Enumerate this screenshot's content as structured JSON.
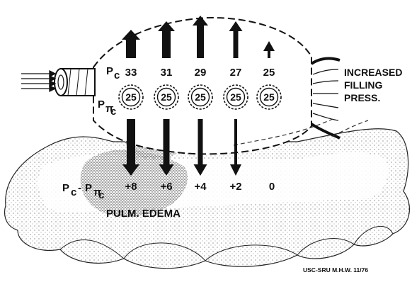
{
  "diagram": {
    "pc_symbol": "P",
    "pc_subscript": "c",
    "ppi_symbol": "P",
    "ppi_subscript": "π",
    "ppi_subsub": "c",
    "pc_values": [
      "33",
      "31",
      "29",
      "27",
      "25"
    ],
    "ppi_values": [
      "25",
      "25",
      "25",
      "25",
      "25"
    ],
    "net_values": [
      "+8",
      "+6",
      "+4",
      "+2",
      "0"
    ],
    "net_label_p1": "P",
    "net_label_sub1": "c",
    "net_label_dash": "-",
    "net_label_p2": "P",
    "net_label_sub2": "π",
    "net_label_subsub2": "c",
    "right_label_lines": [
      "INCREASED",
      "FILLING",
      "PRESS."
    ],
    "edema_label": "PULM. EDEMA",
    "credit": "USC-SRU M.H.W. 11/76"
  }
}
